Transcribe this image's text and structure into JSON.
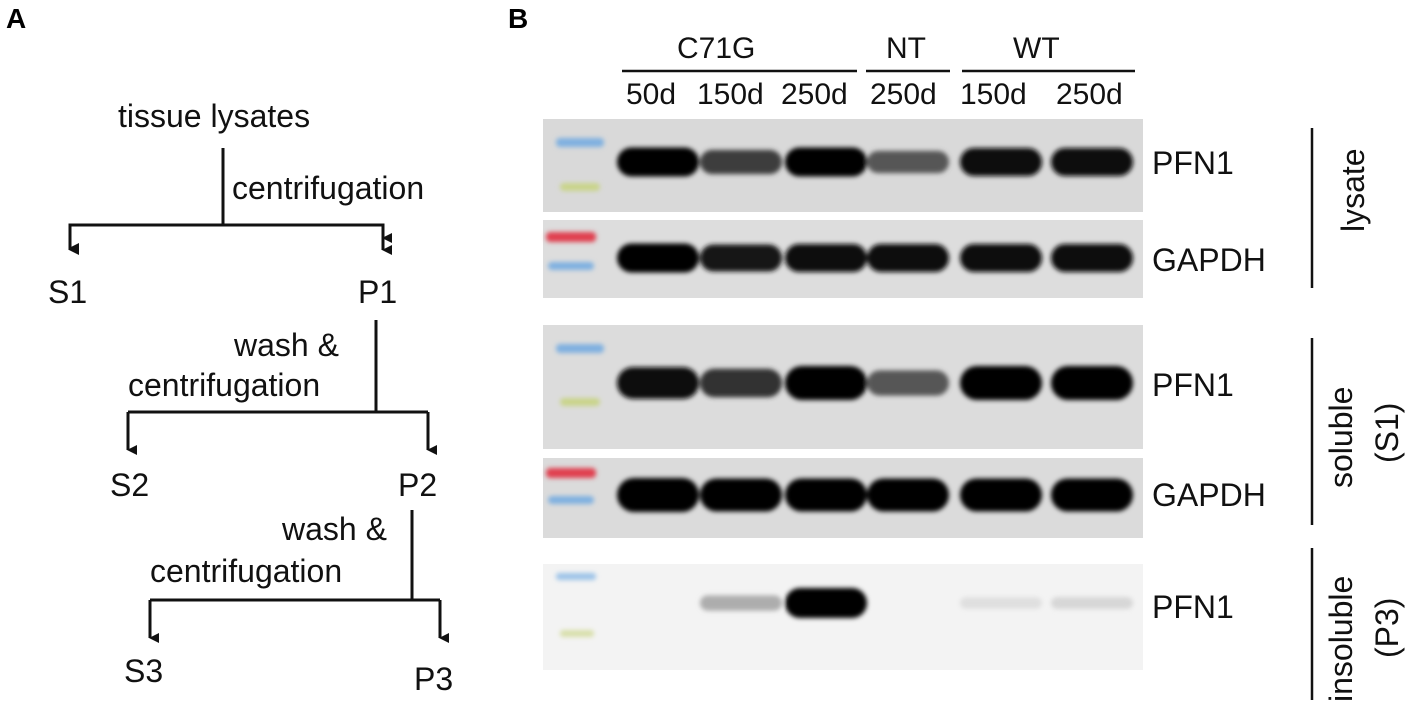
{
  "panels": {
    "a": "A",
    "b": "B"
  },
  "flowchart": {
    "start": "tissue lysates",
    "step1": "centrifugation",
    "s1": "S1",
    "p1": "P1",
    "step2_line1": "wash &",
    "step2_line2": "centrifugation",
    "s2": "S2",
    "p2": "P2",
    "step3_line1": "wash &",
    "step3_line2": "centrifugation",
    "s3": "S3",
    "p3": "P3"
  },
  "blot": {
    "groups": [
      "C71G",
      "NT",
      "WT"
    ],
    "lanes": [
      "50d",
      "150d",
      "250d",
      "250d",
      "150d",
      "250d"
    ],
    "rows": [
      {
        "label": "PFN1",
        "intensity": [
          0.95,
          0.7,
          0.95,
          0.6,
          0.9,
          0.9
        ]
      },
      {
        "label": "GAPDH",
        "intensity": [
          0.95,
          0.85,
          0.9,
          0.9,
          0.9,
          0.9
        ]
      },
      {
        "label": "PFN1",
        "intensity": [
          0.9,
          0.75,
          1.0,
          0.6,
          1.0,
          1.0
        ]
      },
      {
        "label": "GAPDH",
        "intensity": [
          1.0,
          0.95,
          0.95,
          0.95,
          0.95,
          0.95
        ]
      },
      {
        "label": "PFN1",
        "intensity": [
          0.0,
          0.25,
          1.0,
          0.0,
          0.05,
          0.08
        ]
      }
    ],
    "fractions": [
      {
        "line1": "lysate",
        "line2": ""
      },
      {
        "line1": "soluble",
        "line2": "(S1)"
      },
      {
        "line1": "insoluble",
        "line2": "(P3)"
      }
    ],
    "ladder_colors": {
      "blue": "#7fb0e0",
      "green": "#c9d48a",
      "red": "#e04050"
    }
  }
}
